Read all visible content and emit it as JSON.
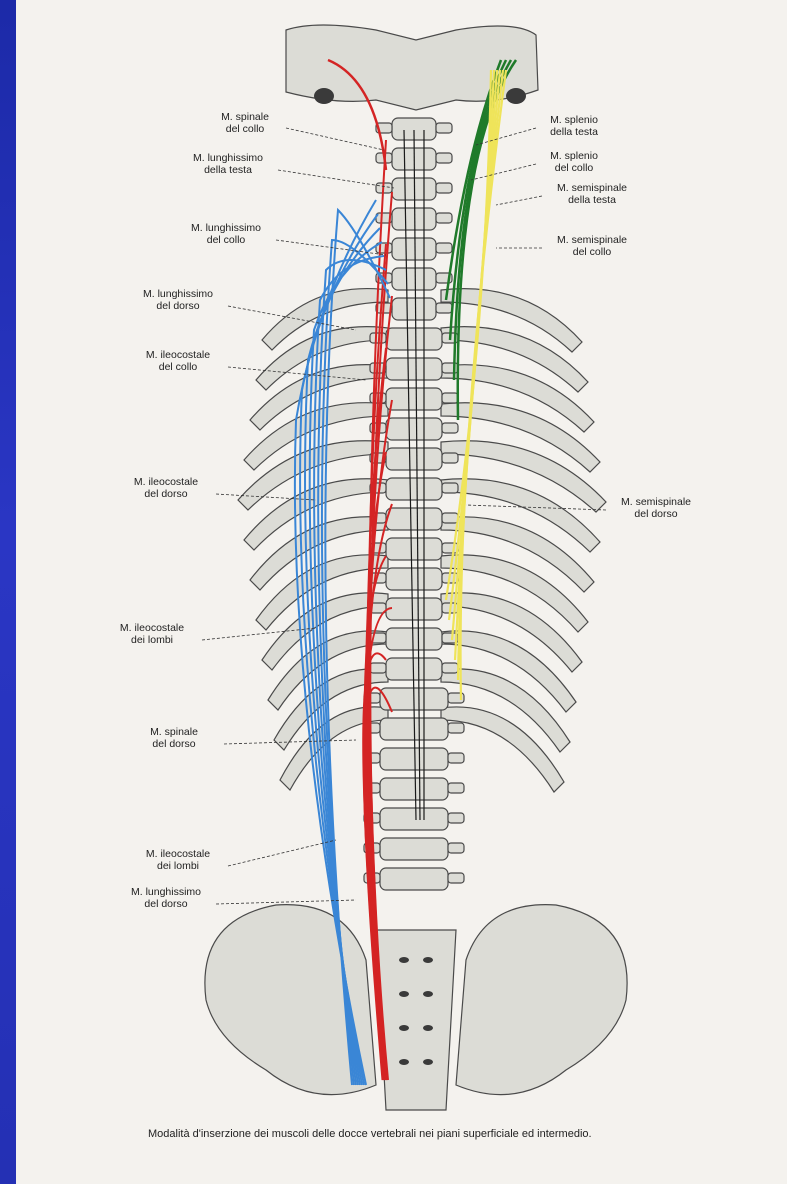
{
  "figure": {
    "colors": {
      "background": "#2a36c4",
      "paper": "#f4f2ee",
      "bone": "#dcdcd6",
      "bone_stroke": "#4a4a4a",
      "muscle_red": "#d42424",
      "muscle_blue": "#3a86d6",
      "muscle_green": "#1f7a2a",
      "muscle_yellow": "#efe45a",
      "muscle_black": "#1a1a1a"
    },
    "labels_left": [
      {
        "id": "spinale-collo",
        "lines": [
          "M. spinale",
          "del collo"
        ]
      },
      {
        "id": "lunghissimo-testa",
        "lines": [
          "M. lunghissimo",
          "della testa"
        ]
      },
      {
        "id": "lunghissimo-collo",
        "lines": [
          "M. lunghissimo",
          "del collo"
        ]
      },
      {
        "id": "lunghissimo-dorso-upper",
        "lines": [
          "M. lunghissimo",
          "del dorso"
        ]
      },
      {
        "id": "ileocostale-collo",
        "lines": [
          "M. ileocostale",
          "del collo"
        ]
      },
      {
        "id": "ileocostale-dorso",
        "lines": [
          "M. ileocostale",
          "del dorso"
        ]
      },
      {
        "id": "ileocostale-lombi-upper",
        "lines": [
          "M. ileocostale",
          "dei lombi"
        ]
      },
      {
        "id": "spinale-dorso",
        "lines": [
          "M. spinale",
          "del dorso"
        ]
      },
      {
        "id": "ileocostale-lombi-lower",
        "lines": [
          "M. ileocostale",
          "dei lombi"
        ]
      },
      {
        "id": "lunghissimo-dorso-lower",
        "lines": [
          "M. lunghissimo",
          "del dorso"
        ]
      }
    ],
    "labels_right": [
      {
        "id": "splenio-testa",
        "lines": [
          "M. splenio",
          "della testa"
        ]
      },
      {
        "id": "splenio-collo",
        "lines": [
          "M. splenio",
          "del collo"
        ]
      },
      {
        "id": "semispinale-testa",
        "lines": [
          "M. semispinale",
          "della testa"
        ]
      },
      {
        "id": "semispinale-collo",
        "lines": [
          "M. semispinale",
          "del collo"
        ]
      },
      {
        "id": "semispinale-dorso",
        "lines": [
          "M. semispinale",
          "del dorso"
        ]
      }
    ],
    "caption": "Modalità d'inserzione dei muscoli delle docce vertebrali nei piani superficiale ed intermedio."
  }
}
